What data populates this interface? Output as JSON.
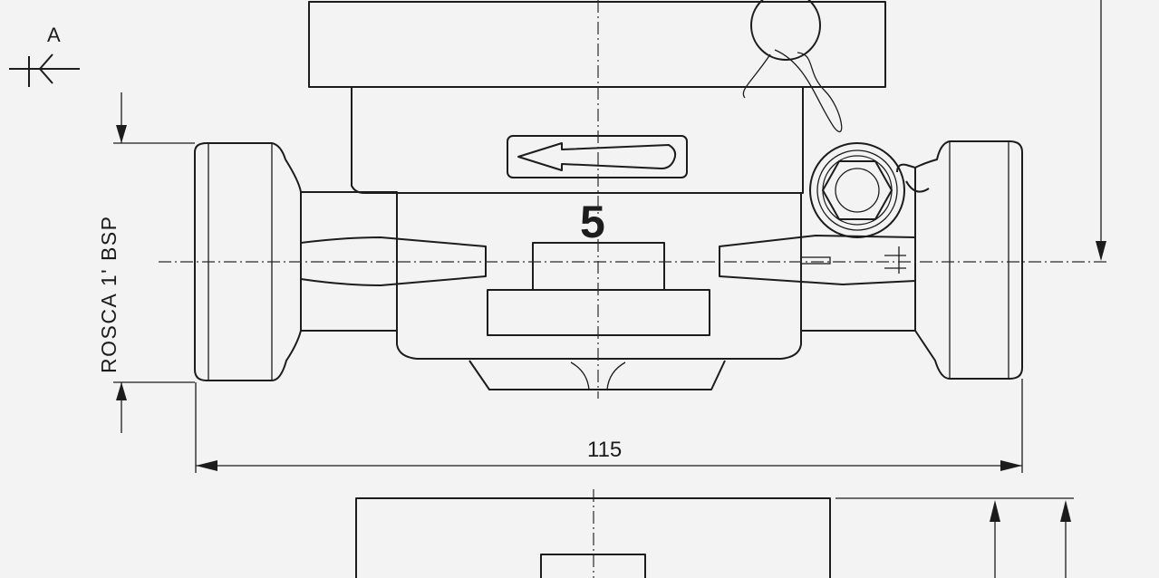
{
  "view_marker": {
    "label": "A"
  },
  "part_number": "5",
  "dimensions": {
    "thread_label": "ROSCA 1' BSP",
    "length_label": "115"
  }
}
